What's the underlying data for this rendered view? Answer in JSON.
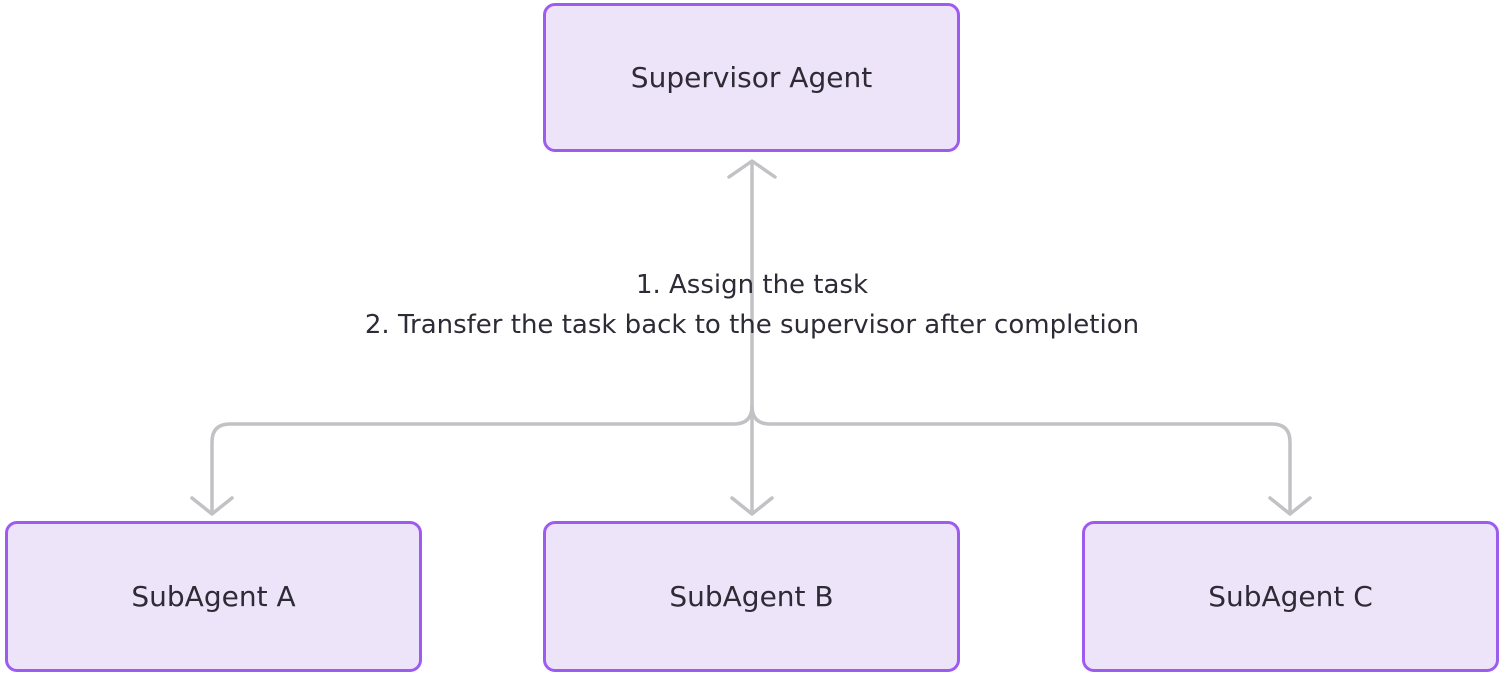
{
  "diagram": {
    "type": "flowchart",
    "nodes": {
      "supervisor": {
        "label": "Supervisor Agent"
      },
      "subagent_a": {
        "label": "SubAgent A"
      },
      "subagent_b": {
        "label": "SubAgent B"
      },
      "subagent_c": {
        "label": "SubAgent C"
      }
    },
    "edge_label": {
      "line1": "1. Assign the task",
      "line2": "2. Transfer the task back to the supervisor after completion"
    },
    "edges": [
      {
        "from": "subagents-junction",
        "to": "supervisor",
        "arrow": "up"
      },
      {
        "from": "supervisor-junction",
        "to": "subagent_a",
        "arrow": "down"
      },
      {
        "from": "supervisor-junction",
        "to": "subagent_b",
        "arrow": "down"
      },
      {
        "from": "supervisor-junction",
        "to": "subagent_c",
        "arrow": "down"
      }
    ],
    "colors": {
      "node_fill": "#ede4fa",
      "node_border": "#9d5cf0",
      "edge_line": "#c2c2c6",
      "text": "#2e2a36",
      "background": "#ffffff"
    }
  }
}
